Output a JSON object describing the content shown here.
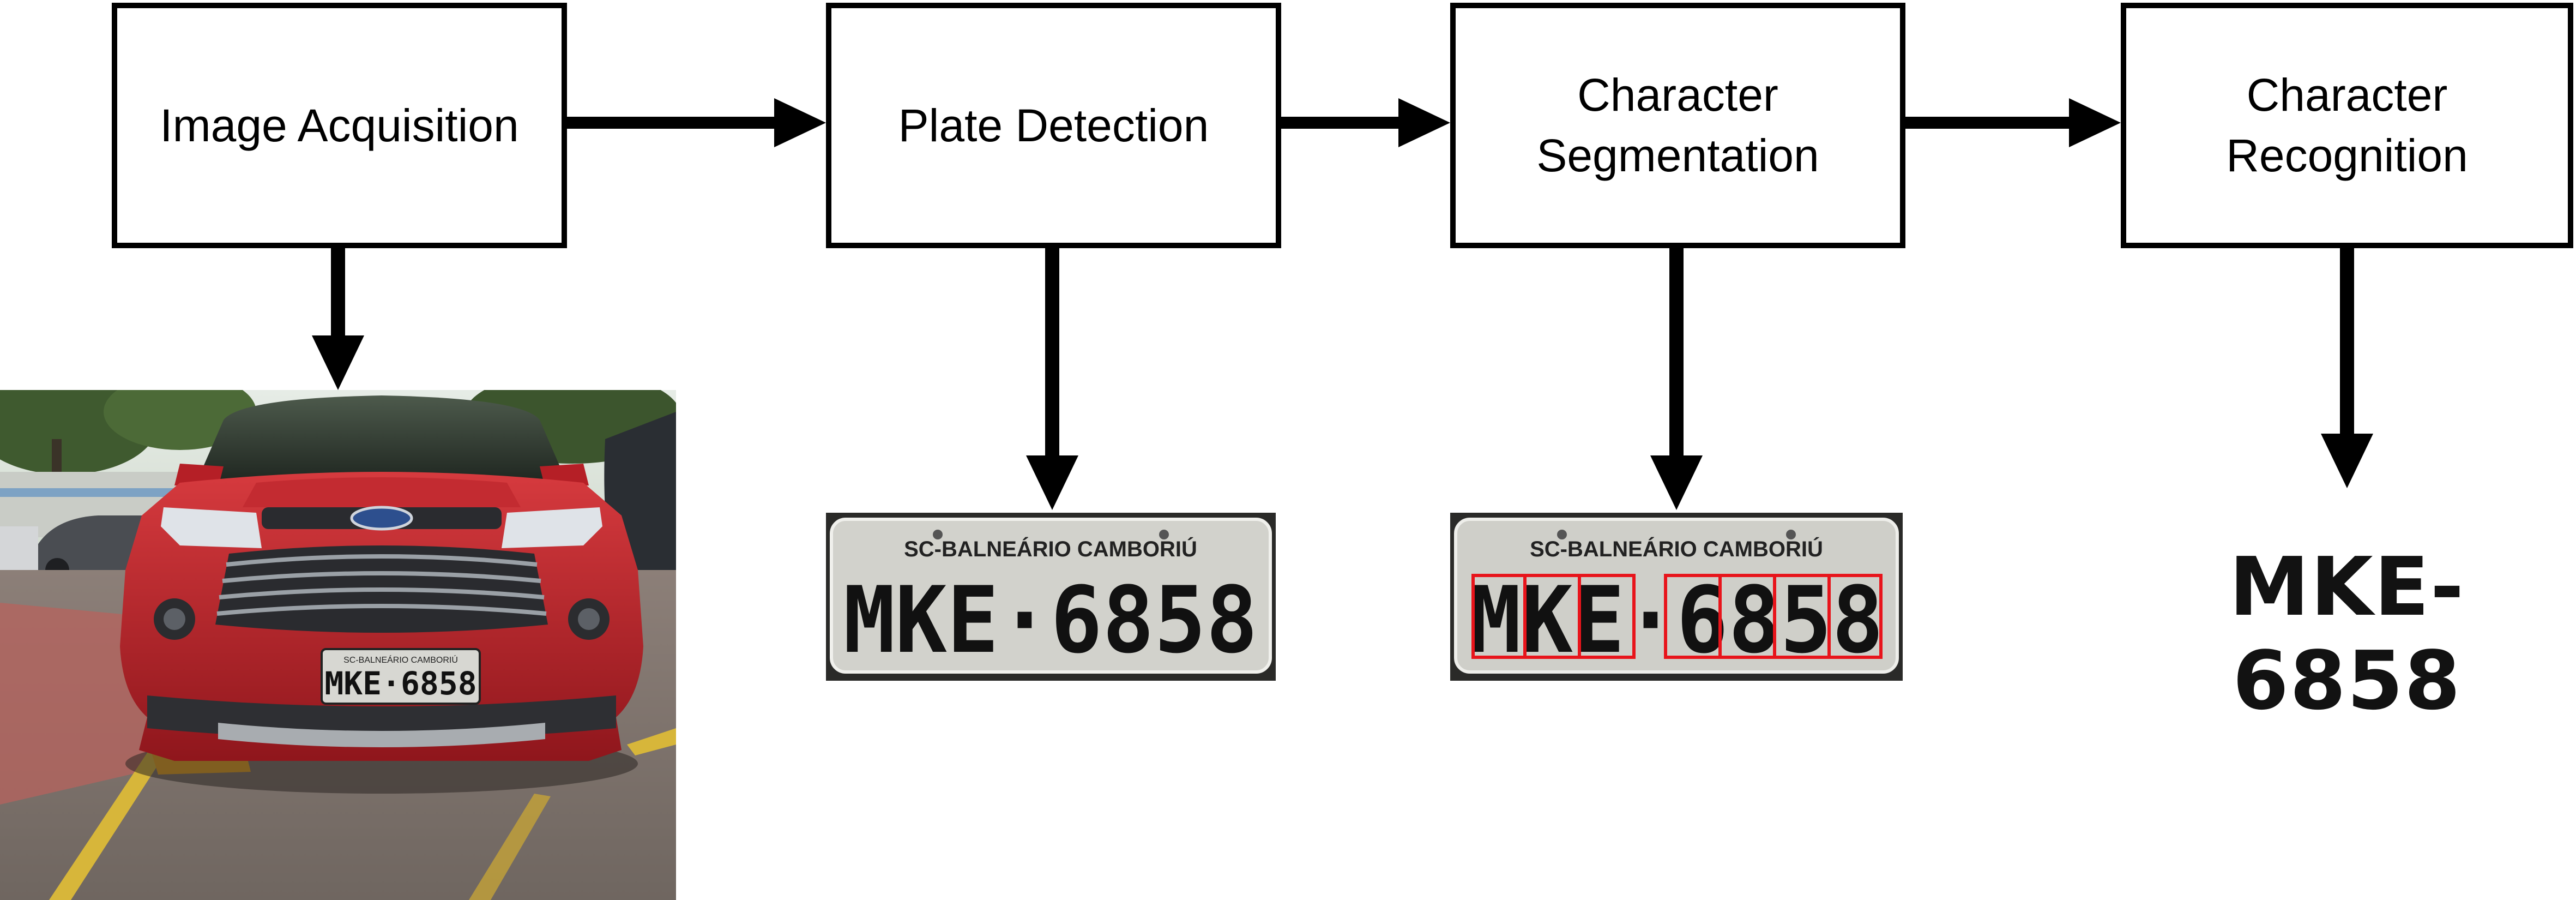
{
  "steps": [
    {
      "id": "acquisition",
      "label": "Image Acquisition"
    },
    {
      "id": "detection",
      "label": "Plate Detection"
    },
    {
      "id": "segmentation",
      "label": "Character\nSegmentation"
    },
    {
      "id": "recognition",
      "label": "Character\nRecognition"
    }
  ],
  "plate": {
    "region": "SC-BALNEÁRIO CAMBORIÚ",
    "letters": "MKE",
    "separator": "·",
    "digits": "6858"
  },
  "result": "MKE-6858",
  "colors": {
    "box_border": "#000000",
    "arrow": "#000000",
    "car_body": "#c4242b",
    "plate_background": "#d2d2cc",
    "segmentation_box": "#e8141b",
    "result_text": "#121212"
  }
}
